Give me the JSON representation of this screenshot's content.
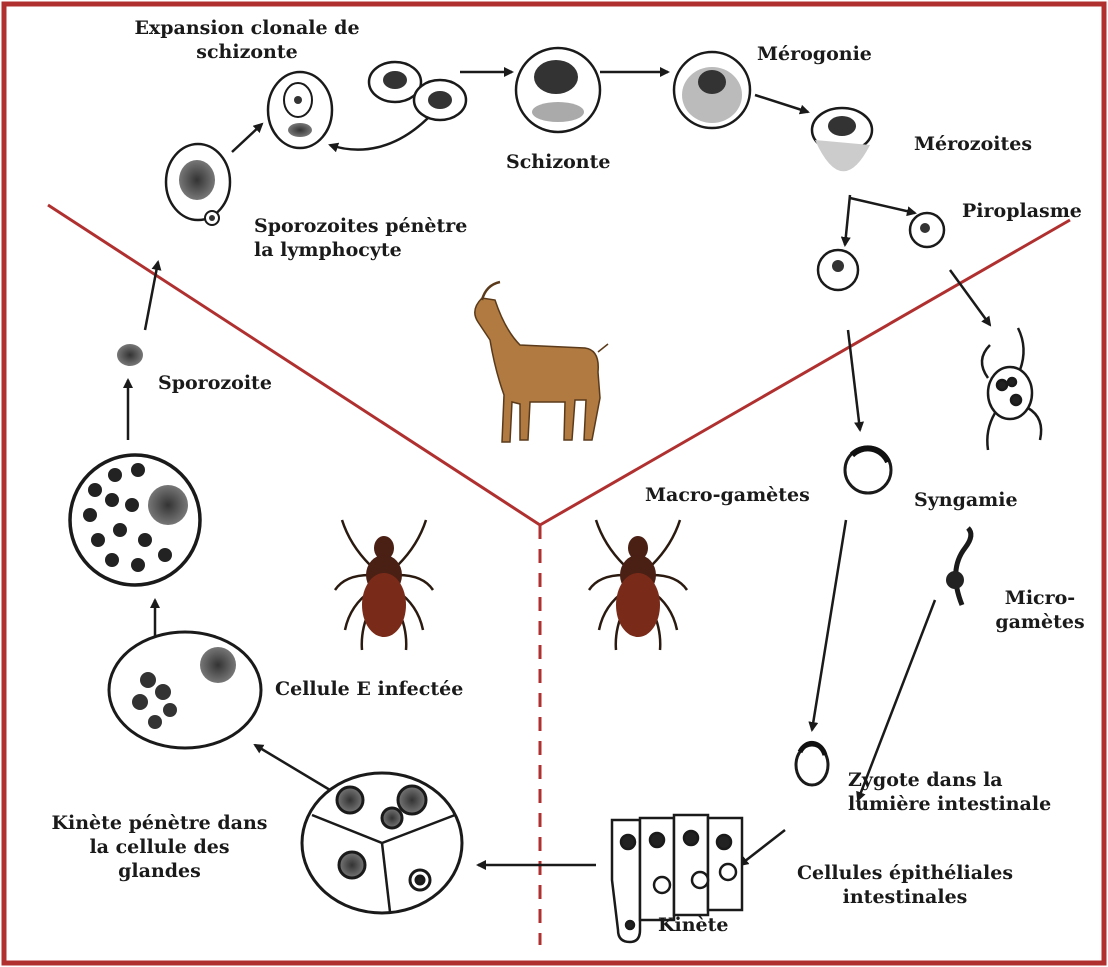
{
  "colors": {
    "border": "#b03030",
    "divider": "#b03030",
    "ink": "#1a1a1a",
    "goat": "#b07a40",
    "tick_head": "#4a1f14",
    "tick_body": "#7a2a18"
  },
  "icons": [
    "goat-icon",
    "tick-icon",
    "tick-icon"
  ],
  "labels": {
    "expansion_1": "Expansion clonale de",
    "expansion_2": "schizonte",
    "merogonie": "Mérogonie",
    "schizonte": "Schizonte",
    "merozoites": "Mérozoites",
    "piroplasme": "Piroplasme",
    "sporozoites_1": "Sporozoites pénètre",
    "sporozoites_2": "la lymphocyte",
    "sporozoite": "Sporozoite",
    "macro": "Macro-gamètes",
    "syngamie": "Syngamie",
    "micro_1": "Micro-",
    "micro_2": "gamètes",
    "cellule_e": "Cellule E infectée",
    "zygote_1": "Zygote dans la",
    "zygote_2": "lumière intestinale",
    "kinete_glandes_1": "Kinète pénètre dans",
    "kinete_glandes_2": "la cellule des",
    "kinete_glandes_3": "glandes",
    "cellules_epi_1": "Cellules épithéliales",
    "cellules_epi_2": "intestinales",
    "kinete": "Kinète"
  }
}
